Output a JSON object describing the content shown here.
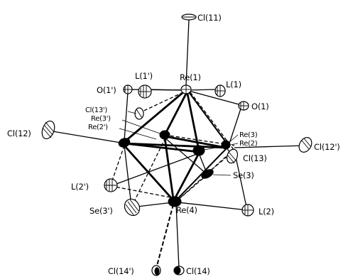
{
  "atoms": {
    "cl11": "Cl(11)",
    "re1": "Re(1)",
    "l1p": "L(1')",
    "l1": "L(1)",
    "o1p": "O(1')",
    "o1": "O(1)",
    "cl13p": "Cl(13')",
    "re3p": "Re(3')",
    "re2p": "Re(2')",
    "cl12": "Cl(12)",
    "re3": "Re(3)",
    "re2": "Re(2)",
    "cl12p": "Cl(12')",
    "cl13": "Cl(13)",
    "l2p": "L(2')",
    "se3": "Se(3)",
    "se3p": "Se(3')",
    "re4": "Re(4)",
    "l2": "L(2)",
    "cl14p": "Cl(14')",
    "cl14": "Cl(14)"
  }
}
